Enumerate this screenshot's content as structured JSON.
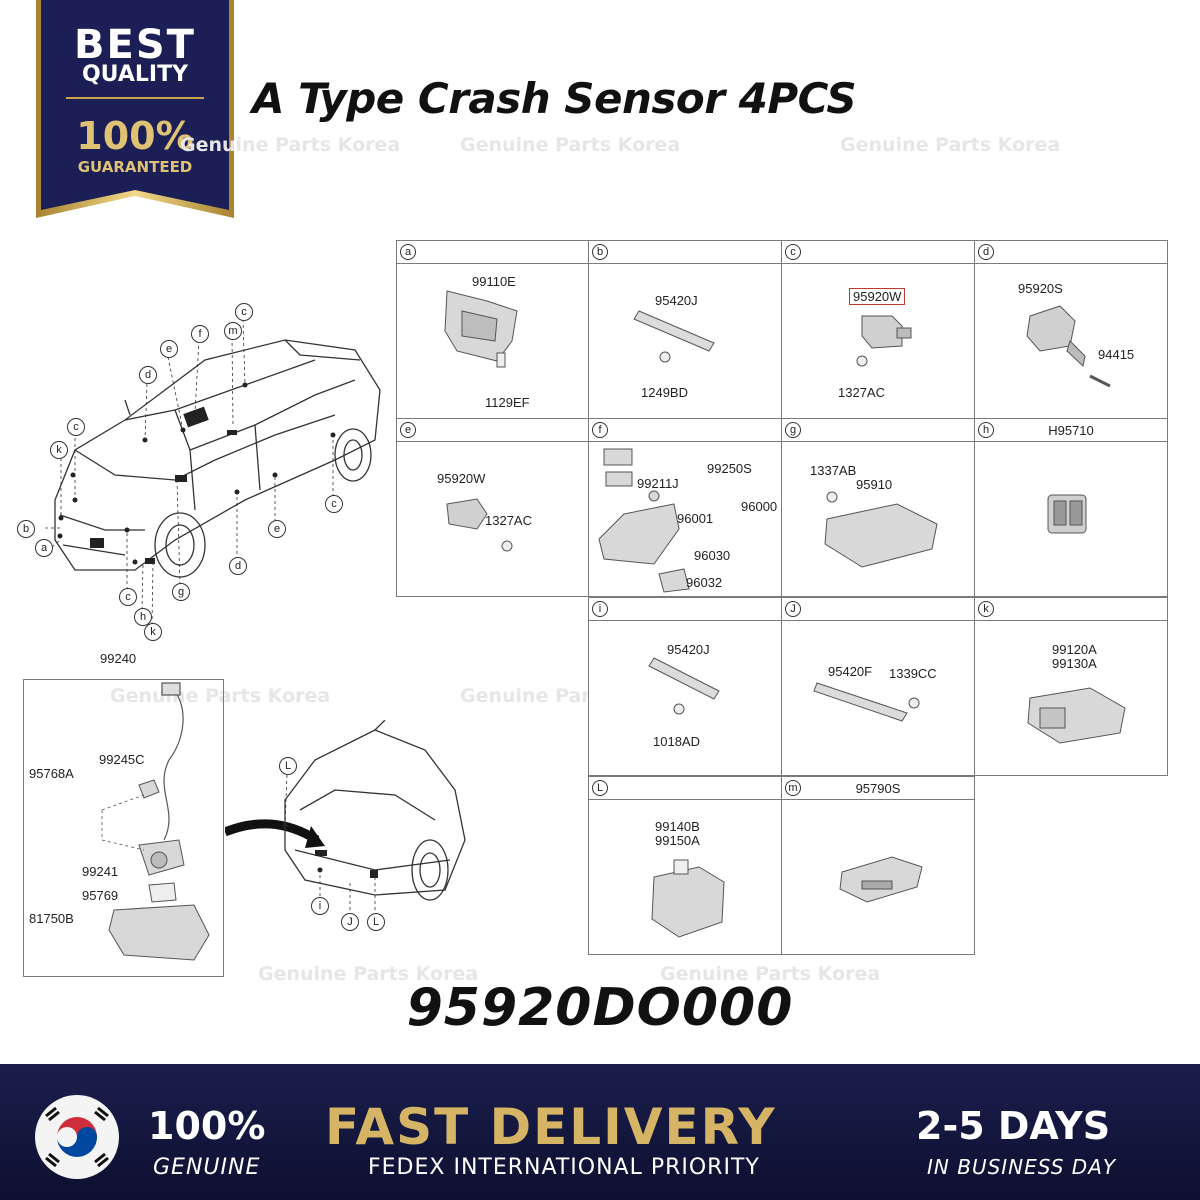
{
  "badge": {
    "line1": "BEST",
    "line2": "QUALITY",
    "line3": "100%",
    "line4": "GUARANTEED"
  },
  "title": "A Type Crash Sensor 4PCS",
  "watermark": "Genuine Parts Korea",
  "grid": {
    "cells": [
      {
        "id": "a",
        "header": "",
        "labels": [
          "99110E",
          "1129EF"
        ]
      },
      {
        "id": "b",
        "header": "",
        "labels": [
          "95420J",
          "1249BD"
        ]
      },
      {
        "id": "c",
        "header": "",
        "labels": [
          "95920W",
          "1327AC"
        ]
      },
      {
        "id": "d",
        "header": "",
        "labels": [
          "95920S",
          "94415"
        ]
      },
      {
        "id": "e",
        "header": "",
        "labels": [
          "95920W",
          "1327AC"
        ]
      },
      {
        "id": "f",
        "header": "",
        "labels": [
          "99250S",
          "99211J",
          "96000",
          "96001",
          "96030",
          "96032"
        ]
      },
      {
        "id": "g",
        "header": "",
        "labels": [
          "1337AB",
          "95910"
        ]
      },
      {
        "id": "h",
        "header": "H95710",
        "labels": []
      },
      {
        "id": "i",
        "header": "",
        "labels": [
          "95420J",
          "1018AD"
        ]
      },
      {
        "id": "J",
        "header": "",
        "labels": [
          "95420F",
          "1339CC"
        ]
      },
      {
        "id": "k",
        "header": "",
        "labels": [
          "99120A",
          "99130A"
        ]
      },
      {
        "id": "L",
        "header": "",
        "labels": [
          "99140B",
          "99150A"
        ]
      },
      {
        "id": "m",
        "header": "95790S",
        "labels": []
      }
    ]
  },
  "car_front": {
    "callouts": [
      "a",
      "b",
      "c",
      "c",
      "c",
      "d",
      "d",
      "e",
      "e",
      "f",
      "g",
      "h",
      "k",
      "k",
      "m",
      "c"
    ]
  },
  "camera_box": {
    "title": "99240",
    "labels": [
      "99245C",
      "95768A",
      "99241",
      "95769",
      "81750B"
    ]
  },
  "car_rear": {
    "callouts": [
      "L",
      "i",
      "J",
      "L"
    ]
  },
  "part_number": "95920DO000",
  "footer": {
    "genuine_pct": "100%",
    "genuine": "GENUINE",
    "fast": "FAST DELIVERY",
    "fedex": "FEDEX INTERNATIONAL PRIORITY",
    "days": "2-5 DAYS",
    "business": "IN BUSINESS DAY"
  },
  "colors": {
    "navy": "#1a1e4c",
    "gold": "#c9a24a",
    "highlight": "#c0392b"
  }
}
